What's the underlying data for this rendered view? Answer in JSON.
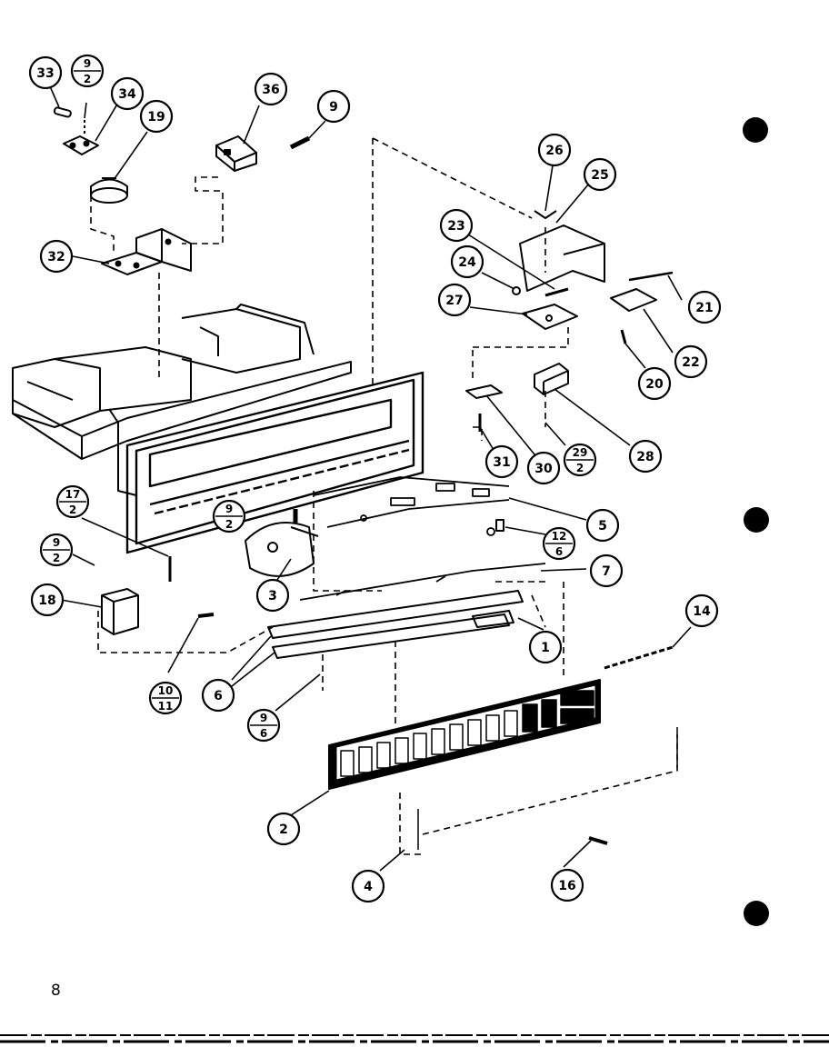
{
  "page_number": "8",
  "callouts": [
    {
      "id": "c33",
      "label": "33"
    },
    {
      "id": "c9-2-a",
      "num": "9",
      "den": "2"
    },
    {
      "id": "c34",
      "label": "34"
    },
    {
      "id": "c19",
      "label": "19"
    },
    {
      "id": "c36",
      "label": "36"
    },
    {
      "id": "c9",
      "label": "9"
    },
    {
      "id": "c32",
      "label": "32"
    },
    {
      "id": "c26",
      "label": "26"
    },
    {
      "id": "c25",
      "label": "25"
    },
    {
      "id": "c23",
      "label": "23"
    },
    {
      "id": "c24",
      "label": "24"
    },
    {
      "id": "c27",
      "label": "27"
    },
    {
      "id": "c21",
      "label": "21"
    },
    {
      "id": "c22",
      "label": "22"
    },
    {
      "id": "c20",
      "label": "20"
    },
    {
      "id": "c28",
      "label": "28"
    },
    {
      "id": "c29-2",
      "num": "29",
      "den": "2"
    },
    {
      "id": "c30",
      "label": "30"
    },
    {
      "id": "c31",
      "label": "31"
    },
    {
      "id": "c5",
      "label": "5"
    },
    {
      "id": "c12-6",
      "num": "12",
      "den": "6"
    },
    {
      "id": "c7",
      "label": "7"
    },
    {
      "id": "c17-2",
      "num": "17",
      "den": "2"
    },
    {
      "id": "c9-2-b",
      "num": "9",
      "den": "2"
    },
    {
      "id": "c9-2-c",
      "num": "9",
      "den": "2"
    },
    {
      "id": "c18",
      "label": "18"
    },
    {
      "id": "c3",
      "label": "3"
    },
    {
      "id": "c1",
      "label": "1"
    },
    {
      "id": "c14",
      "label": "14"
    },
    {
      "id": "c10-11",
      "num": "10",
      "den": "11"
    },
    {
      "id": "c6",
      "label": "6"
    },
    {
      "id": "c9-6",
      "num": "9",
      "den": "6"
    },
    {
      "id": "c2",
      "label": "2"
    },
    {
      "id": "c4",
      "label": "4"
    },
    {
      "id": "c16",
      "label": "16"
    }
  ]
}
